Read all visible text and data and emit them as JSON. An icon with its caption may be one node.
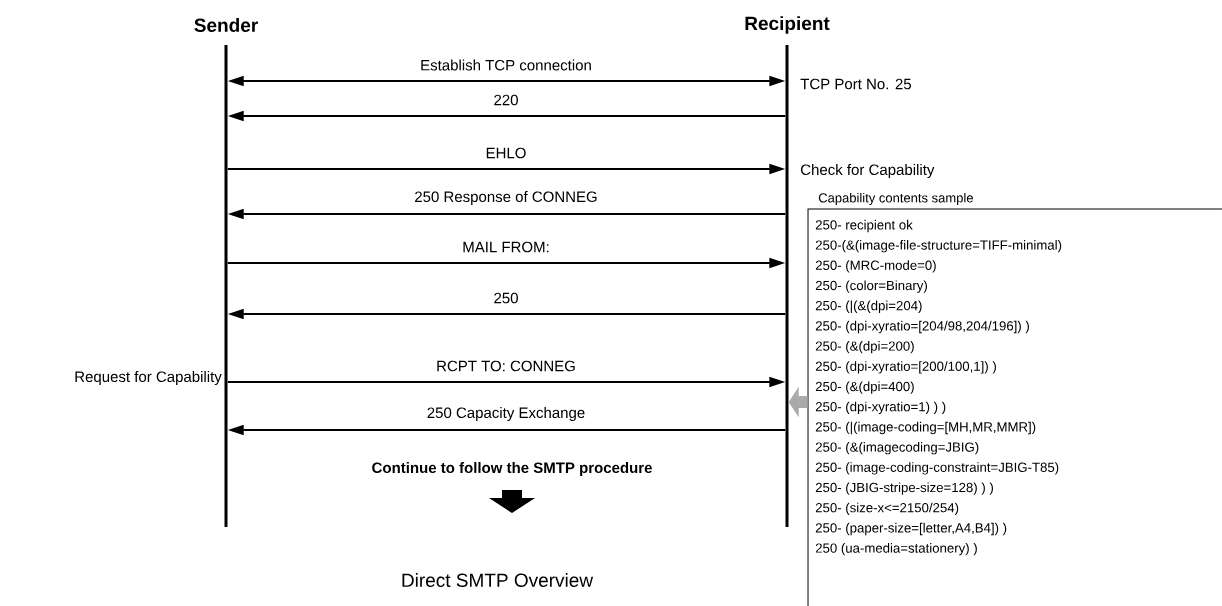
{
  "diagram": {
    "caption": "Direct SMTP Overview",
    "nodes": [
      {
        "text": [
          "Sender"
        ],
        "beside": [
          "Request for Capability"
        ]
      },
      {
        "text": [
          "Recipient"
        ],
        "beside": [
          "TCP Port No. 25",
          "Check for Capability"
        ]
      },
      {
        "text": [
          "Capability contents sample",
          "250- recipient ok",
          "250-(&(image-file-structure=TIFF-minimal)",
          "250-  (MRC-mode=0)",
          "250-  (color=Binary)",
          "250-  (|(&(dpi=204)",
          "250-     (dpi-xyratio=[204/98,204/196]) )",
          "250-   (&(dpi=200)",
          "250-     (dpi-xyratio=[200/100,1]) )",
          "250-   (&(dpi=400)",
          "250-     (dpi-xyratio=1) ) )",
          "250- (|(image-coding=[MH,MR,MMR])",
          "250-   (&(imagecoding=JBIG)",
          "250-     (image-coding-constraint=JBIG-T85)",
          "250-     (JBIG-stripe-size=128) ) )",
          "250-   (size-x<=2150/254)",
          "250-   (paper-size=[letter,A4,B4]) )",
          "250  (ua-media=stationery) )"
        ]
      }
    ],
    "edges": [
      {
        "from": 0,
        "to": 1,
        "arrow": "both",
        "label": "Establish TCP connection"
      },
      {
        "from": 1,
        "to": 0,
        "arrow": "to",
        "label": "220"
      },
      {
        "from": 0,
        "to": 1,
        "arrow": "to",
        "label": "EHLO"
      },
      {
        "from": 1,
        "to": 0,
        "arrow": "to",
        "label": "250 Response of CONNEG"
      },
      {
        "from": 0,
        "to": 1,
        "arrow": "to",
        "label": "MAIL FROM:"
      },
      {
        "from": 1,
        "to": 0,
        "arrow": "to",
        "label": "250"
      },
      {
        "from": 0,
        "to": 1,
        "arrow": "to",
        "label": "RCPT TO: CONNEG"
      },
      {
        "from": 1,
        "to": 0,
        "arrow": "to",
        "label": "250 Capacity Exchange"
      },
      {
        "from": 2,
        "to": 1,
        "arrow": "to",
        "style": "thick",
        "color": "#aaaaaa"
      }
    ],
    "labels": [
      "Continue to follow the SMTP procedure"
    ]
  }
}
